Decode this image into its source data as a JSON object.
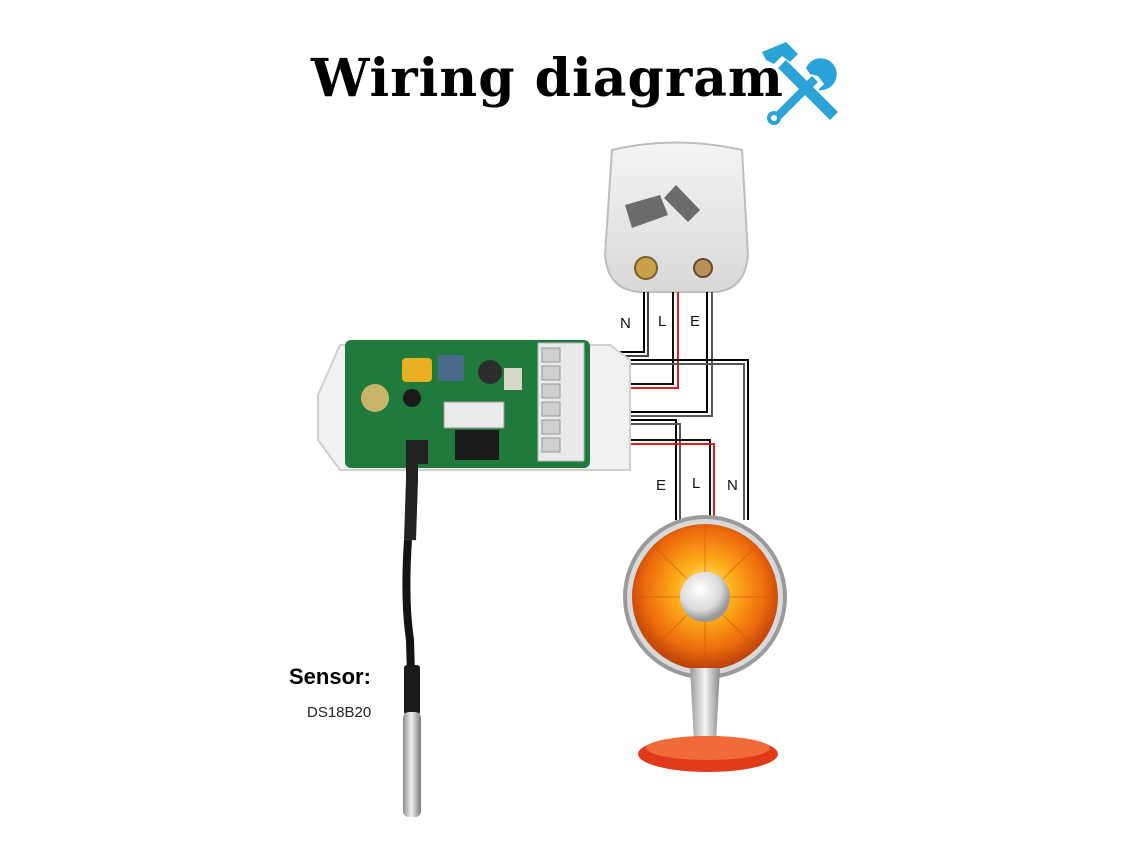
{
  "title": "Wiring diagram",
  "icons": {
    "tools": "hammer-wrench-icon"
  },
  "wires": {
    "input": [
      "N",
      "L",
      "E"
    ],
    "output": [
      "E",
      "L",
      "N"
    ]
  },
  "sensor": {
    "title": "Sensor:",
    "model": "DS18B20"
  },
  "colors": {
    "accent_blue": "#2aa3d8",
    "pcb_green": "#1f7a3c",
    "live_wire": "#e02020",
    "heater_orange": "#f07a10",
    "heater_base_red": "#e03a1a"
  }
}
